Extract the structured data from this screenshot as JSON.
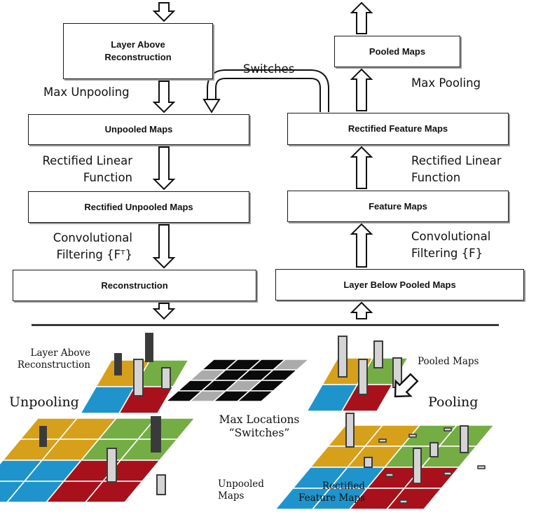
{
  "flow": {
    "left": {
      "layer_above": "Layer Above\nReconstruction",
      "max_unpooling": "Max Unpooling",
      "unpooled_maps": "Unpooled Maps",
      "relu_label": "Rectified Linear\nFunction",
      "rectified_unpooled_maps": "Rectified Unpooled Maps",
      "conv_label": "Convolutional\nFiltering {Fᵀ}",
      "reconstruction": "Reconstruction"
    },
    "right": {
      "pooled_maps": "Pooled Maps",
      "max_pooling": "Max Pooling",
      "rectified_feature_maps": "Rectified Feature Maps",
      "relu_label": "Rectified Linear\nFunction",
      "feature_maps": "Feature Maps",
      "conv_label": "Convolutional\nFiltering {F}",
      "layer_below": "Layer Below Pooled Maps"
    },
    "switches": "Switches"
  },
  "illustration": {
    "layer_above": "Layer Above\nReconstruction",
    "unpooling": "Unpooling",
    "unpooled_maps": "Unpooled\nMaps",
    "max_locations": "Max Locations\n“Switches”",
    "pooled_maps": "Pooled Maps",
    "pooling": "Pooling",
    "rectified_feature_maps": "Rectified\nFeature Maps",
    "switch_grid": [
      [
        1,
        1,
        1,
        0
      ],
      [
        0,
        1,
        1,
        1
      ],
      [
        1,
        1,
        0,
        1
      ],
      [
        1,
        0,
        1,
        1
      ]
    ]
  },
  "colors": {
    "quadrant_yellow": "#d7a01a",
    "quadrant_green": "#75ad45",
    "quadrant_blue": "#1f94cc",
    "quadrant_red": "#a8111b",
    "switch_black": "#0a0a0a",
    "switch_gray": "#ababab",
    "bar_fill": "#d4d4d4",
    "bar_dark": "#3a3a3a"
  }
}
